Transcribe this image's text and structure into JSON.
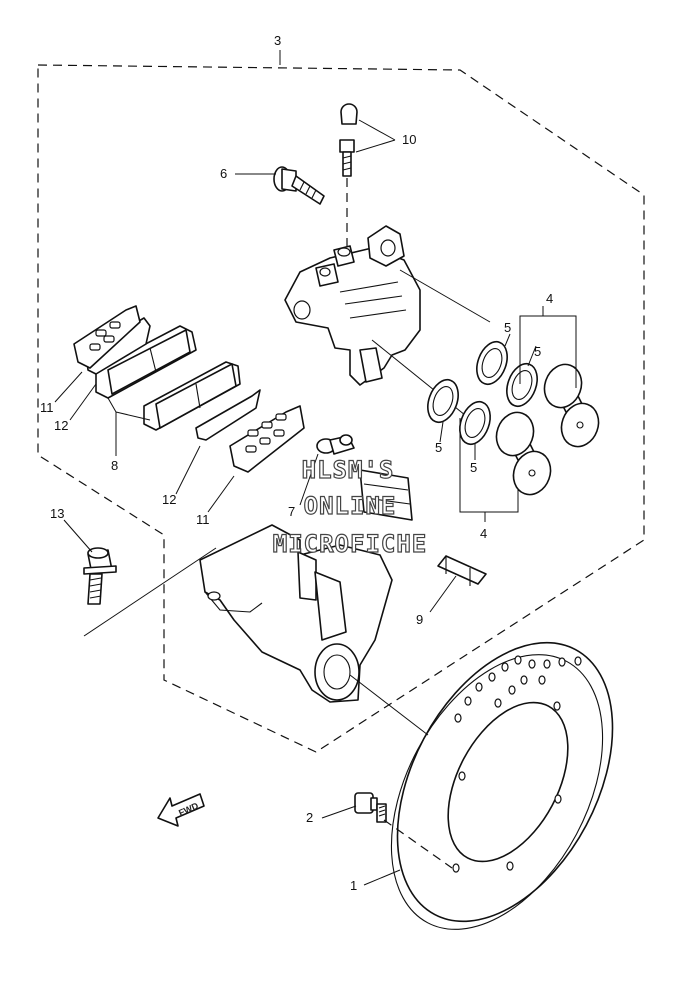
{
  "callouts": {
    "c1": "1",
    "c2": "2",
    "c3": "3",
    "c4a": "4",
    "c4b": "4",
    "c5a": "5",
    "c5b": "5",
    "c5c": "5",
    "c5d": "5",
    "c6": "6",
    "c7": "7",
    "c8": "8",
    "c9": "9",
    "c10": "10",
    "c11a": "11",
    "c11b": "11",
    "c12a": "12",
    "c12b": "12",
    "c13": "13"
  },
  "watermark": {
    "line1": "HLSM'S",
    "line2": "ONLINE",
    "line3": "MICROFICHE"
  },
  "fwd_label": "FWD"
}
